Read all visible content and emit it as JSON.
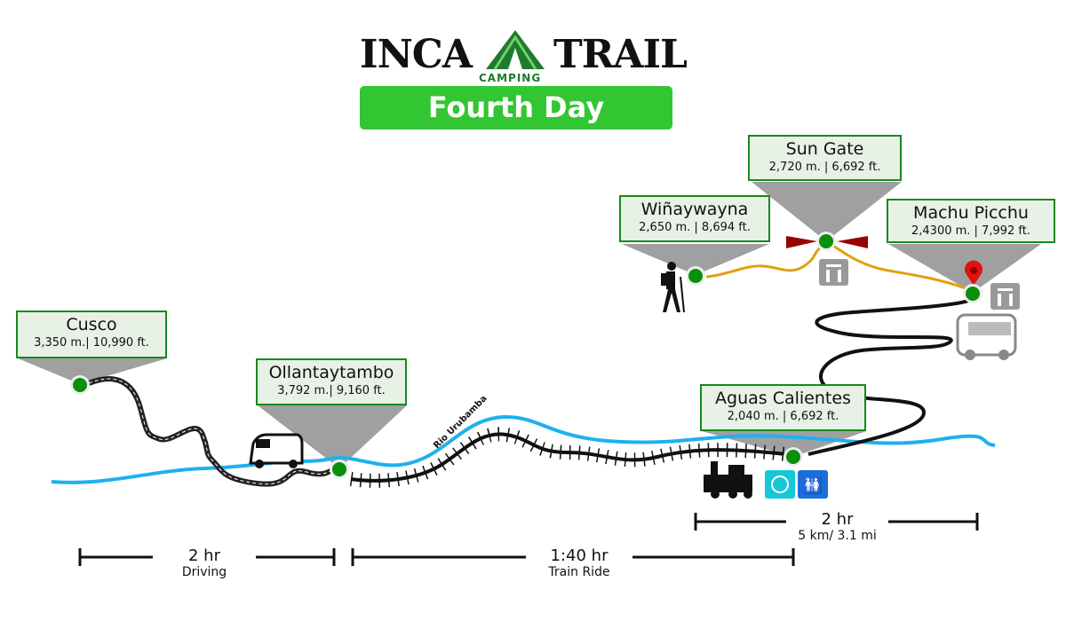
{
  "logo": {
    "left": "INCA",
    "right": "TRAIL",
    "sub": "CAMPING"
  },
  "banner": "Fourth Day",
  "river_label": "Rio Urubamba",
  "locations": [
    {
      "name": "Cusco",
      "elevation": "3,350 m.| 10,990 ft."
    },
    {
      "name": "Ollantaytambo",
      "elevation": "3,792 m.| 9,160 ft."
    },
    {
      "name": "Aguas Calientes",
      "elevation": "2,040 m. | 6,692 ft."
    },
    {
      "name": "Wiñaywayna",
      "elevation": "2,650 m. | 8,694 ft."
    },
    {
      "name": "Sun Gate",
      "elevation": "2,720 m. | 6,692 ft."
    },
    {
      "name": "Machu Picchu",
      "elevation": "2,4300 m. | 7,992 ft."
    }
  ],
  "durations": [
    {
      "time": "2 hr",
      "label": "Driving"
    },
    {
      "time": "1:40 hr",
      "label": "Train Ride"
    },
    {
      "time": "2 hr",
      "label": "5 km/ 3.1 mi"
    }
  ],
  "colors": {
    "green": "#33c633",
    "river": "#1fb0ee",
    "trail": "#e0a010",
    "box_border": "#168a1a"
  }
}
